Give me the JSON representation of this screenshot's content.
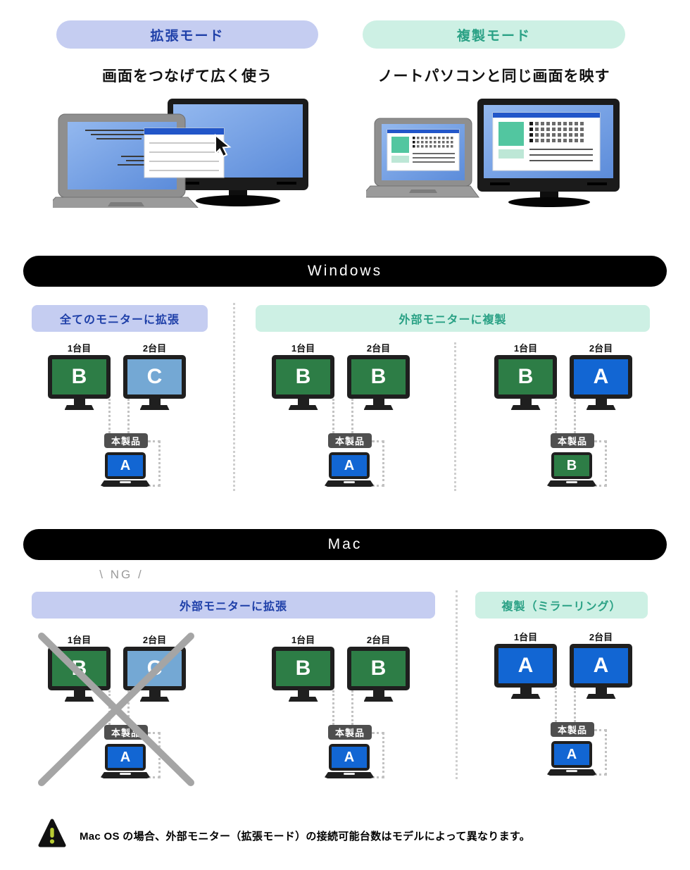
{
  "colors": {
    "green": "#2d7d46",
    "blue": "#1266d3",
    "lightblue": "#74a8d4",
    "accent_blue_text": "#1e3fa8",
    "accent_blue_bg": "#c5cdf1",
    "accent_teal_text": "#2aa185",
    "accent_teal_bg": "#cdf0e4",
    "warning_exclaim": "#b8cc33"
  },
  "header": {
    "extend": {
      "badge": "拡張モード",
      "description": "画面をつなげて広く使う"
    },
    "mirror": {
      "badge": "複製モード",
      "description": "ノートパソコンと同じ画面を映す"
    }
  },
  "windows": {
    "title": "Windows",
    "pill_extend_all": "全てのモニターに拡張",
    "pill_mirror_external": "外部モニターに複製",
    "groups": [
      {
        "monitors": [
          {
            "label": "1台目",
            "letter": "B",
            "color": "green"
          },
          {
            "label": "2台目",
            "letter": "C",
            "color": "lightblue"
          }
        ],
        "device": {
          "badge": "本製品",
          "letter": "A",
          "color": "blue"
        }
      },
      {
        "monitors": [
          {
            "label": "1台目",
            "letter": "B",
            "color": "green"
          },
          {
            "label": "2台目",
            "letter": "B",
            "color": "green"
          }
        ],
        "device": {
          "badge": "本製品",
          "letter": "A",
          "color": "blue"
        }
      },
      {
        "monitors": [
          {
            "label": "1台目",
            "letter": "B",
            "color": "green"
          },
          {
            "label": "2台目",
            "letter": "A",
            "color": "blue"
          }
        ],
        "device": {
          "badge": "本製品",
          "letter": "B",
          "color": "green"
        }
      }
    ]
  },
  "mac": {
    "title": "Mac",
    "ng_label": "\\ NG /",
    "pill_extend_external": "外部モニターに拡張",
    "pill_mirror": "複製（ミラーリング）",
    "groups": [
      {
        "crossed": true,
        "monitors": [
          {
            "label": "1台目",
            "letter": "B",
            "color": "green"
          },
          {
            "label": "2台目",
            "letter": "C",
            "color": "lightblue"
          }
        ],
        "device": {
          "badge": "本製品",
          "letter": "A",
          "color": "blue"
        }
      },
      {
        "monitors": [
          {
            "label": "1台目",
            "letter": "B",
            "color": "green"
          },
          {
            "label": "2台目",
            "letter": "B",
            "color": "green"
          }
        ],
        "device": {
          "badge": "本製品",
          "letter": "A",
          "color": "blue"
        }
      },
      {
        "monitors": [
          {
            "label": "1台目",
            "letter": "A",
            "color": "blue"
          },
          {
            "label": "2台目",
            "letter": "A",
            "color": "blue"
          }
        ],
        "device": {
          "badge": "本製品",
          "letter": "A",
          "color": "blue"
        }
      }
    ]
  },
  "footnote": {
    "text": "Mac OS の場合、外部モニター（拡張モード）の接続可能台数はモデルによって異なります。"
  }
}
